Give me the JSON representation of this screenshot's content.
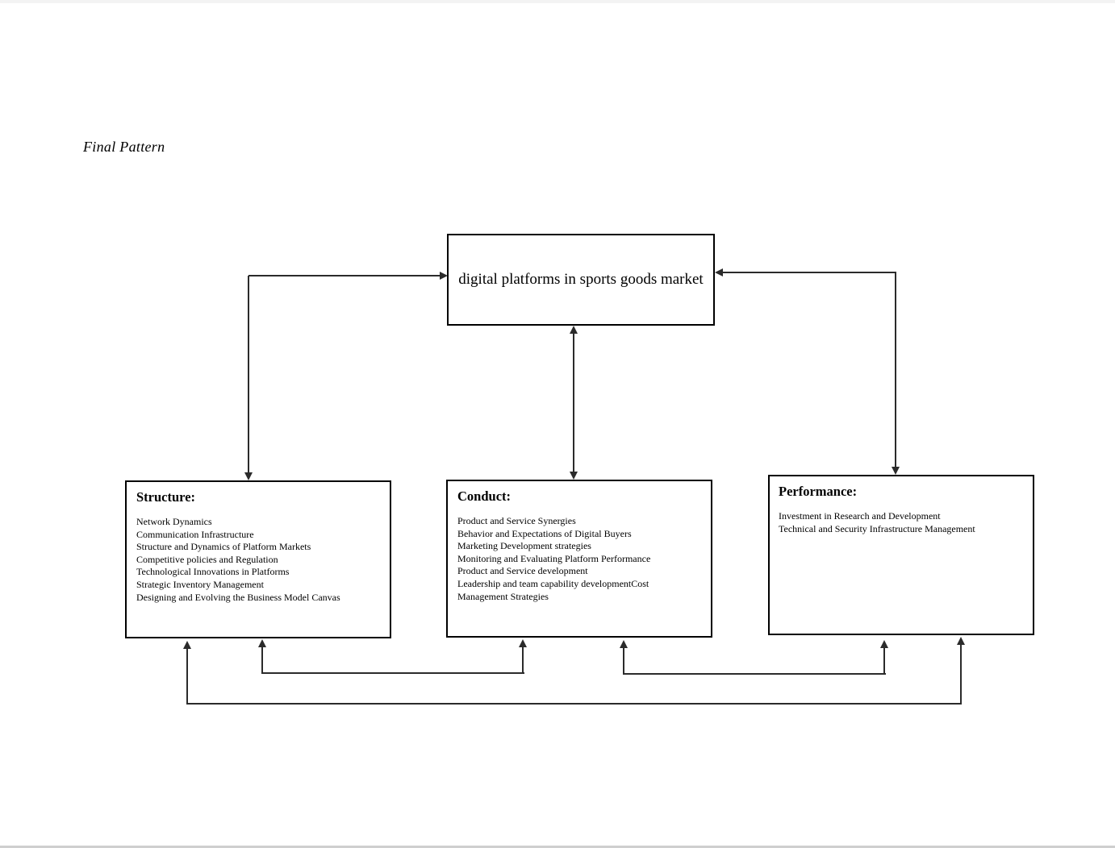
{
  "page_label": "Final Pattern",
  "diagram": {
    "top_box": {
      "title": "digital platforms in sports goods market"
    },
    "boxes": [
      {
        "id": "structure",
        "title": "Structure:",
        "items": [
          "Network Dynamics",
          "Communication Infrastructure",
          "Structure and Dynamics of Platform Markets",
          "Competitive policies and Regulation",
          "Technological Innovations in Platforms",
          "Strategic Inventory Management",
          "Designing and Evolving the Business Model Canvas"
        ]
      },
      {
        "id": "conduct",
        "title": "Conduct:",
        "items": [
          "Product and Service Synergies",
          "Behavior and Expectations of Digital Buyers",
          "Marketing Development strategies",
          "Monitoring and Evaluating Platform Performance",
          "Product and Service development",
          "Leadership and team capability developmentCost",
          "Management Strategies"
        ]
      },
      {
        "id": "performance",
        "title": "Performance:",
        "items": [
          "Investment in Research and Development",
          "Technical and Security Infrastructure Management"
        ]
      }
    ]
  },
  "colors": {
    "background": "#ffffff",
    "box_border": "#000000",
    "connector_line": "#2b2b2b",
    "text": "#000000"
  }
}
